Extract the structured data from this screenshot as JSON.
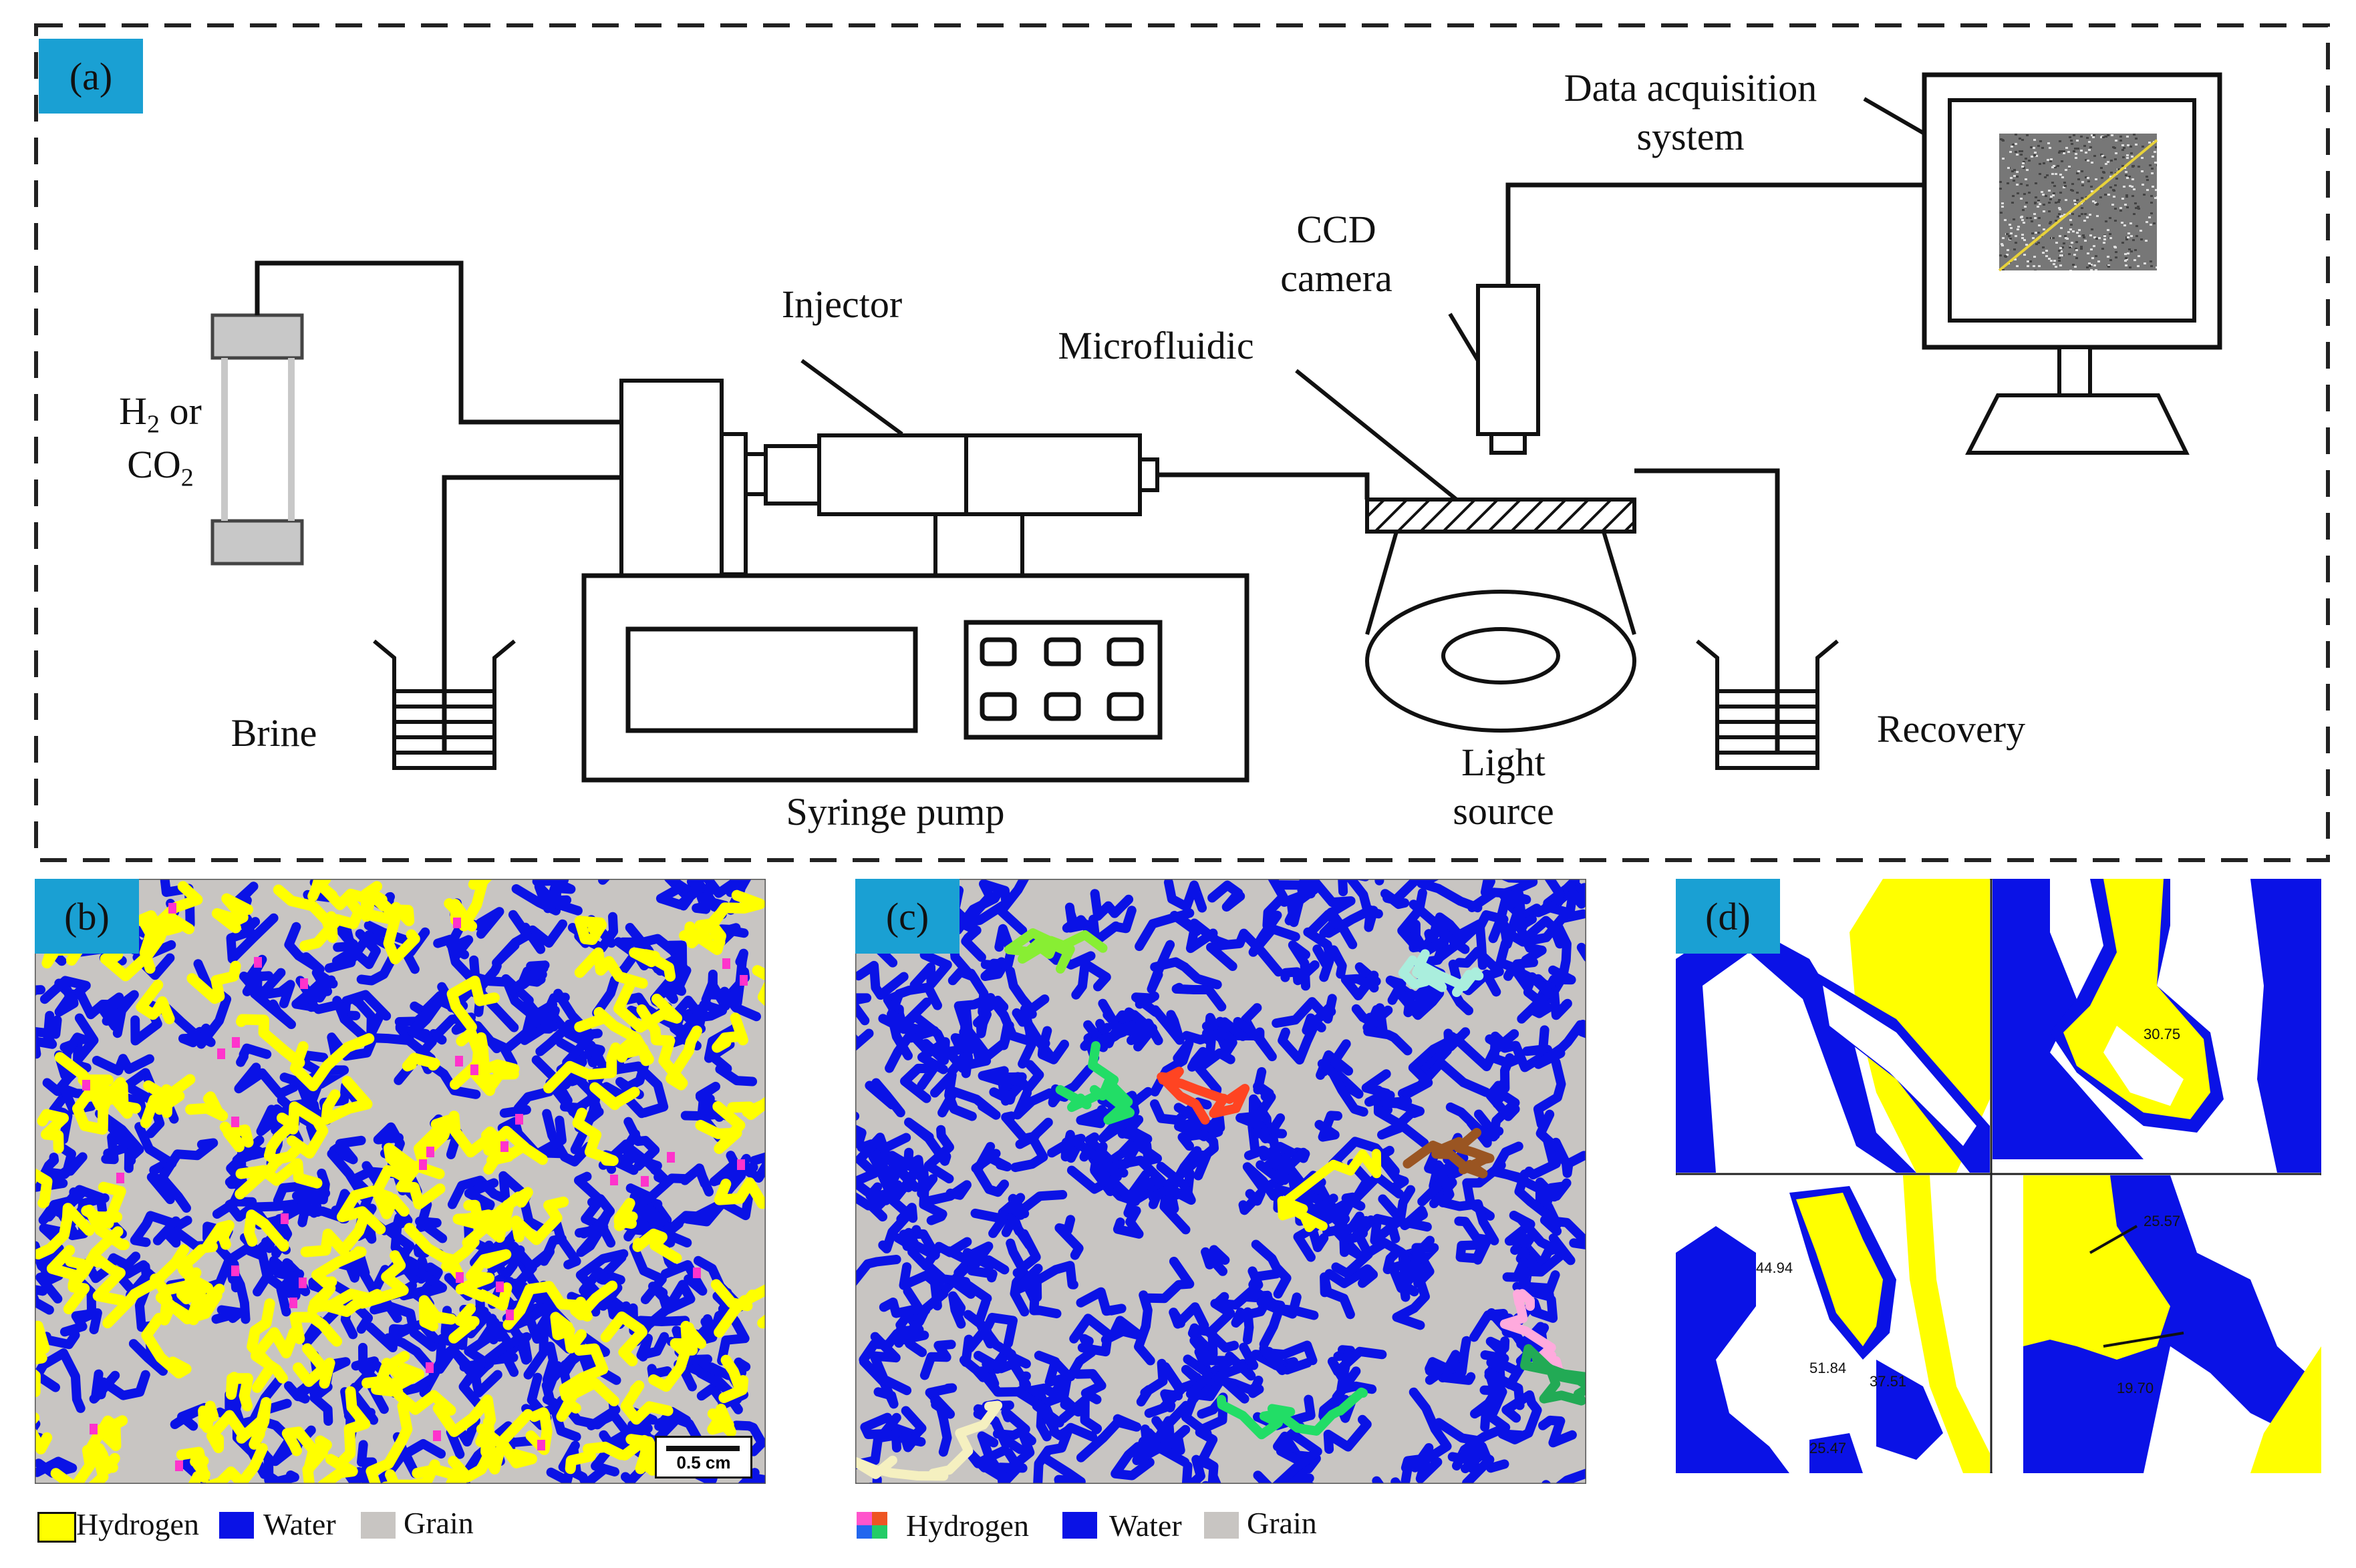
{
  "panels": {
    "a": "(a)",
    "b": "(b)",
    "c": "(c)",
    "d": "(d)"
  },
  "schematic": {
    "data_acquisition_line1": "Data acquisition",
    "data_acquisition_line2": "system",
    "ccd_line1": "CCD",
    "ccd_line2": "camera",
    "injector": "Injector",
    "microfluidic": "Microfluidic",
    "gas_line1": "H",
    "gas_sub1": "2",
    "gas_or": " or",
    "gas_line2": "CO",
    "gas_sub2": "2",
    "brine": "Brine",
    "recovery": "Recovery",
    "syringe_pump": "Syringe pump",
    "light_line1": "Light",
    "light_line2": "source"
  },
  "scale_bar": "0.5 cm",
  "legend_b": {
    "hydrogen": "Hydrogen",
    "water": "Water",
    "grain": "Grain"
  },
  "legend_c": {
    "hydrogen": "Hydrogen",
    "water": "Water",
    "grain": "Grain"
  },
  "angles": [
    "30.75",
    "44.94",
    "51.84",
    "37.51",
    "25.47",
    "25.57",
    "19.70"
  ],
  "colors": {
    "hydrogen": "#ffff00",
    "water": "#0a12e6",
    "grain": "#c8c5c2",
    "panel_tag": "#1aa0d3",
    "marker": "#ff33cc"
  }
}
